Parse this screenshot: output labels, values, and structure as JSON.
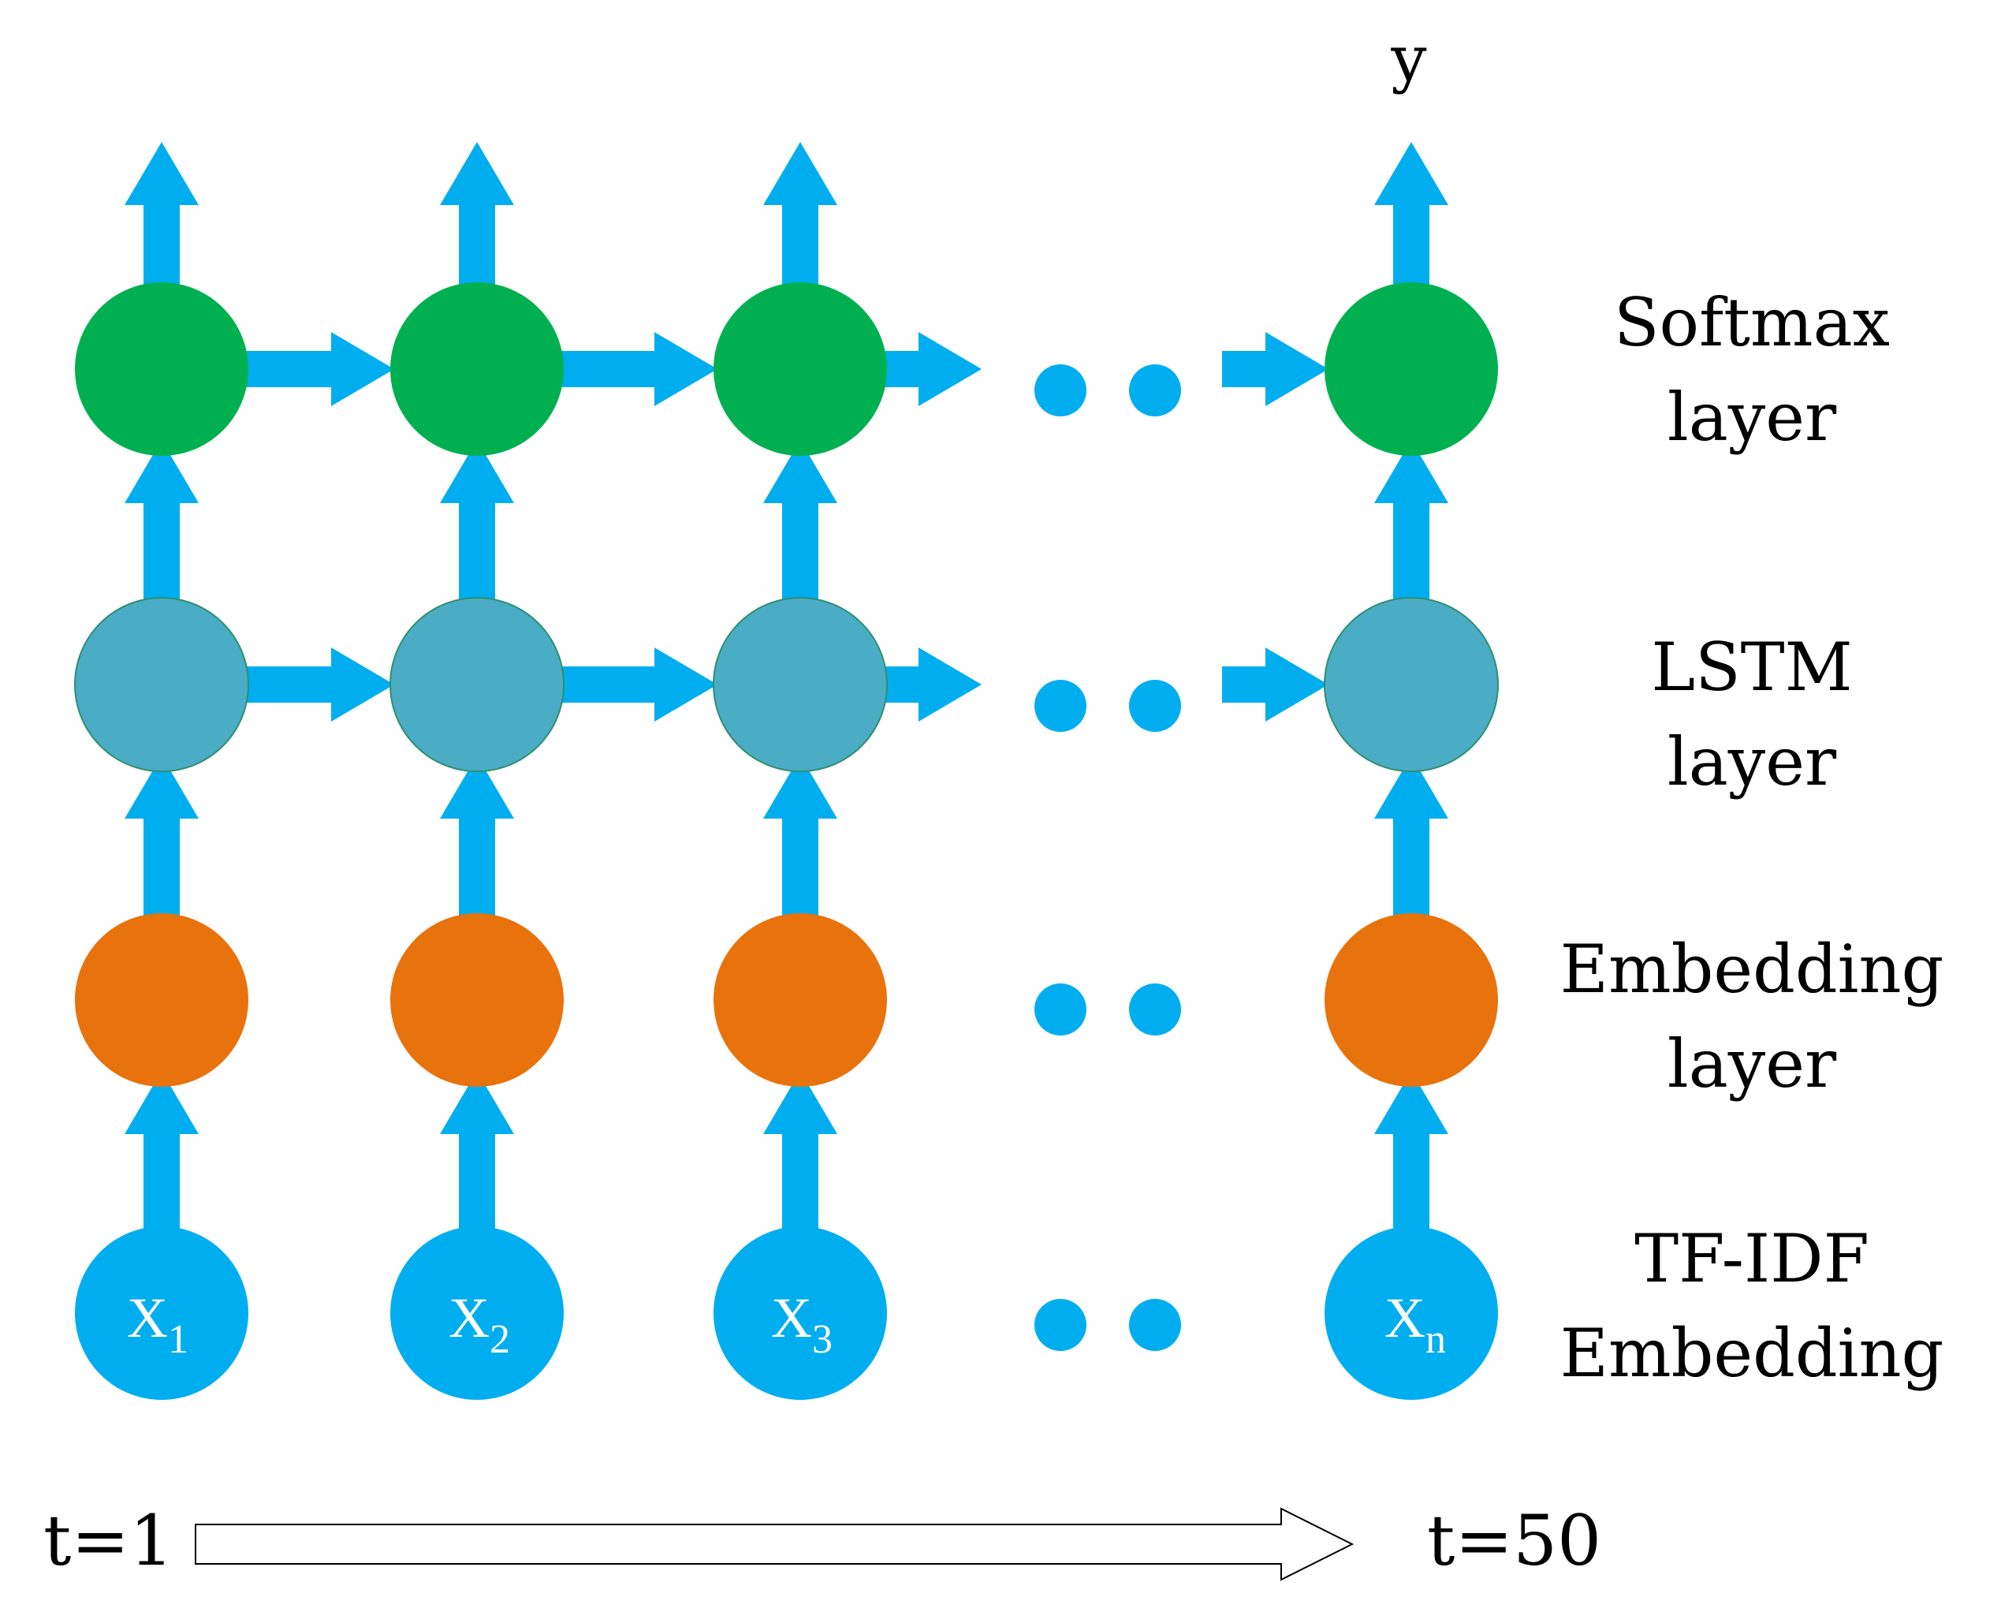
{
  "output_label": "y",
  "layers": [
    {
      "line1": "Softmax",
      "line2": "layer"
    },
    {
      "line1": "LSTM",
      "line2": "layer"
    },
    {
      "line1": "Embedding",
      "line2": "layer"
    },
    {
      "line1": "TF-IDF",
      "line2": "Embedding"
    }
  ],
  "inputs": [
    {
      "base": "X",
      "sub": "1"
    },
    {
      "base": "X",
      "sub": "2"
    },
    {
      "base": "X",
      "sub": "3"
    },
    {
      "base": "X",
      "sub": "n"
    }
  ],
  "timeline": {
    "start": "t=1",
    "end": "t=50"
  },
  "colors": {
    "arrow": "#00AEEF",
    "softmax": "#00B050",
    "lstm": "#4BACC6",
    "embedding": "#E8720C",
    "input": "#00AEEF",
    "dots": "#00AEEF"
  }
}
